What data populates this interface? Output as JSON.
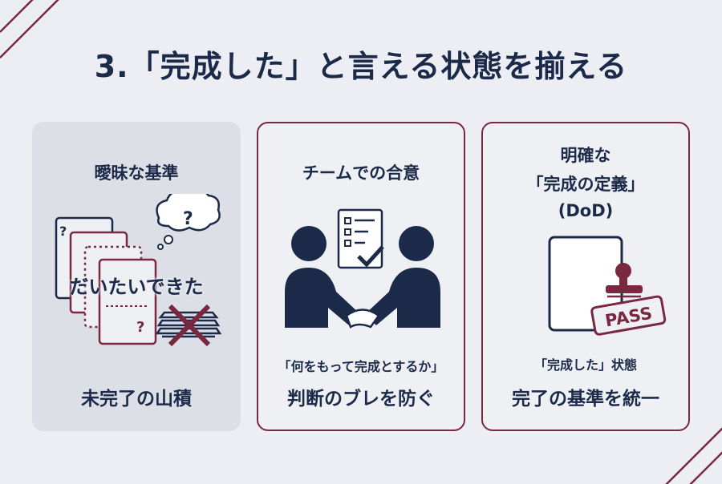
{
  "title": "3.「完成した」と言える状態を揃える",
  "colors": {
    "navy": "#1c2a4a",
    "maroon": "#7a2840",
    "background": "#eceef3",
    "panel_gray": "#dcdfe6"
  },
  "cards": [
    {
      "heading": "曖昧な基準",
      "illustration_text": "だいたいできた",
      "footer": "未完了の山積",
      "icon": "pile-of-unclear-documents-icon"
    },
    {
      "heading": "チームでの合意",
      "sub": "「何をもって完成とするか」",
      "footer": "判断のブレを防ぐ",
      "icon": "handshake-checklist-icon"
    },
    {
      "heading_lines": [
        "明確な",
        "「完成の定義」",
        "(DoD)"
      ],
      "stamp": "PASS",
      "sub": "「完成した」状態",
      "footer": "完了の基準を統一",
      "icon": "pass-stamp-document-icon"
    }
  ]
}
